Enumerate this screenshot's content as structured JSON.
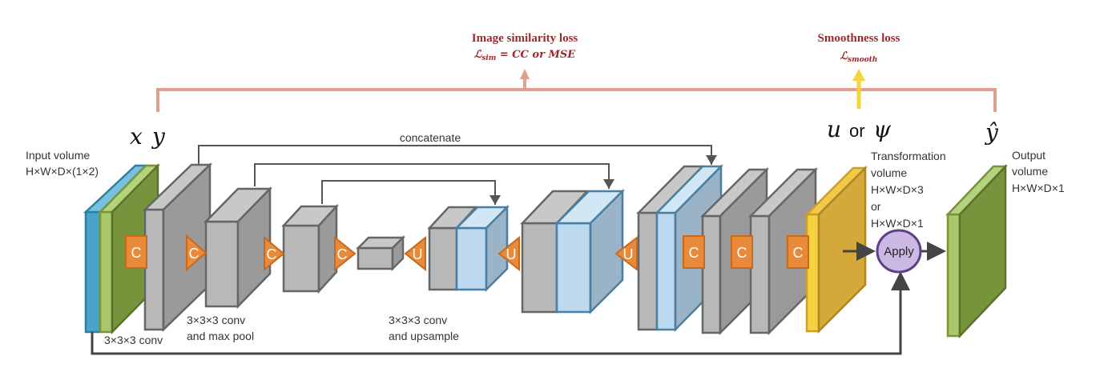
{
  "losses": {
    "similarity": {
      "title": "Image similarity loss",
      "formula_symbol": "ℒ",
      "formula_subscript": "sim",
      "formula_rest": " = CC or MSE"
    },
    "smoothness": {
      "title": "Smoothness loss",
      "formula_symbol": "ℒ",
      "formula_subscript": "smooth"
    }
  },
  "variables": {
    "x": "x",
    "y": "y",
    "u": "u",
    "or": "or",
    "psi": "ψ",
    "yhat": "ŷ"
  },
  "labels": {
    "input_title": "Input volume",
    "input_dims": "H×W×D×(1×2)",
    "concatenate": "concatenate",
    "conv": "3×3×3 conv",
    "conv_pool_1": "3×3×3 conv",
    "conv_pool_2": "and max pool",
    "conv_up_1": "3×3×3 conv",
    "conv_up_2": "and upsample",
    "transform_1": "Transformation",
    "transform_2": "volume",
    "transform_3": "H×W×D×3",
    "transform_4": "or",
    "transform_5": "H×W×D×1",
    "output_1": "Output",
    "output_2": "volume",
    "output_3": "H×W×D×1",
    "apply": "Apply"
  },
  "operations": {
    "concat": "C",
    "upsample": "U"
  },
  "colors": {
    "loss_text": "#a0282d",
    "loss_bracket": "#e0a090",
    "smooth_arrow": "#f5d63a",
    "conv_gray": "#a9a9a9",
    "skip_blue": "#bcd9ef",
    "input_blue": "#4aa3c9",
    "volume_green": "#77933c",
    "transform_gold": "#d4a83a",
    "op_orange": "#e88a3a",
    "apply_purple": "#cbb8e3"
  }
}
